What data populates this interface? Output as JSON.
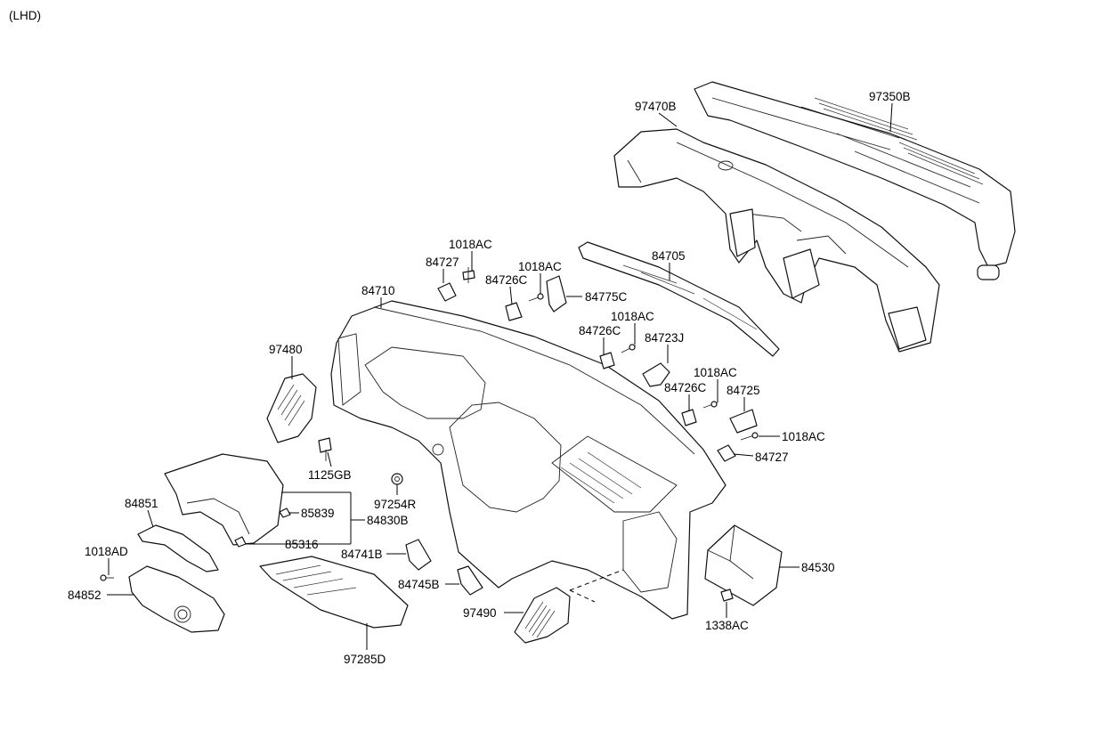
{
  "header": {
    "variant": "(LHD)"
  },
  "labels": {
    "l97470B": "97470B",
    "l97350B": "97350B",
    "l1018AC_a": "1018AC",
    "l84727_a": "84727",
    "l1018AC_b": "1018AC",
    "l84726C_a": "84726C",
    "l84775C": "84775C",
    "l84705": "84705",
    "l84710": "84710",
    "l1018AC_c": "1018AC",
    "l84726C_b": "84726C",
    "l84723J": "84723J",
    "l97480": "97480",
    "l1018AC_d": "1018AC",
    "l84726C_c": "84726C",
    "l84725": "84725",
    "l1018AC_e": "1018AC",
    "l84727_b": "84727",
    "l1125GB": "1125GB",
    "l97254R": "97254R",
    "l84851": "84851",
    "l85839": "85839",
    "l84830B": "84830B",
    "l85316": "85316",
    "l1018AD": "1018AD",
    "l84741B": "84741B",
    "l84852": "84852",
    "l84745B": "84745B",
    "l84530": "84530",
    "l97490": "97490",
    "l1338AC": "1338AC",
    "l97285D": "97285D"
  }
}
